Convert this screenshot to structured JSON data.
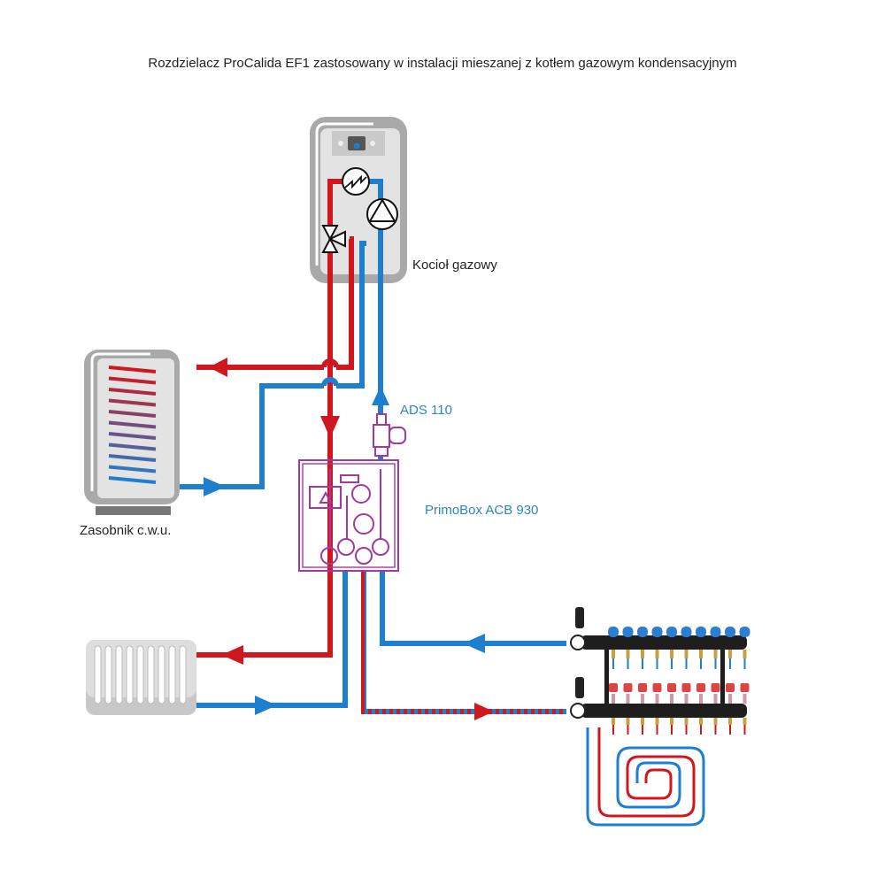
{
  "title": "Rozdzielacz ProCalida EF1 zastosowany w instalacji mieszanej z kotłem gazowym kondensacyjnym",
  "labels": {
    "boiler": "Kocioł gazowy",
    "tank": "Zasobnik c.w.u.",
    "ads": "ADS 110",
    "primobox": "PrimoBox ACB 930"
  },
  "colors": {
    "hot": "#d0161e",
    "cold": "#1f7fcf",
    "device_outline": "#a2399f",
    "label_blue": "#2e86c1",
    "gray_body": "#a9a9a9",
    "gray_panel": "#e3e3e3"
  },
  "components": [
    {
      "id": "boiler",
      "name": "Kocioł gazowy",
      "icons": [
        "heat-exchanger-icon",
        "pump-icon",
        "three-way-valve-icon",
        "display-icon"
      ]
    },
    {
      "id": "tank",
      "name": "Zasobnik c.w.u.",
      "icons": [
        "coil-icon"
      ]
    },
    {
      "id": "ads",
      "name": "ADS 110",
      "icons": [
        "separator-icon"
      ]
    },
    {
      "id": "primobox",
      "name": "PrimoBox ACB 930",
      "icons": [
        "pump-icon",
        "gauge-icon"
      ]
    },
    {
      "id": "radiator",
      "name": "radiator"
    },
    {
      "id": "manifold",
      "name": "ProCalida EF1",
      "circuits": 10
    },
    {
      "id": "floor-loop",
      "name": "floor heating loop"
    }
  ]
}
